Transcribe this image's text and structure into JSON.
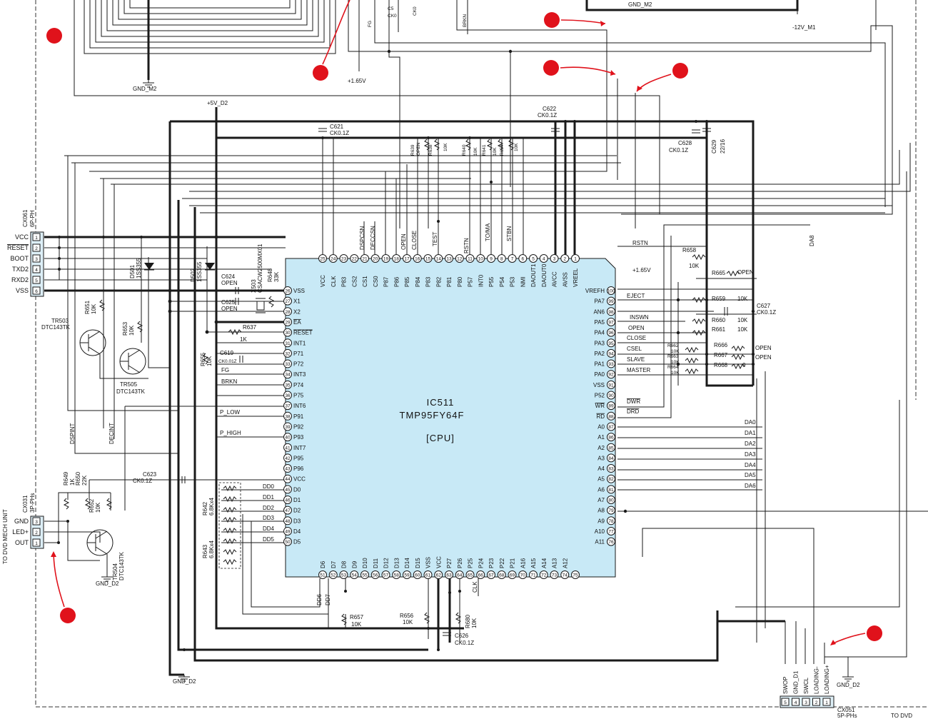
{
  "ic": {
    "ref": "IC511",
    "part": "TMP95FY64F",
    "role": "[CPU]",
    "top_pins": [
      {
        "n": "25",
        "s": "VCC"
      },
      {
        "n": "24",
        "s": "CLK"
      },
      {
        "n": "23",
        "s": "P83"
      },
      {
        "n": "22",
        "s": "CS2"
      },
      {
        "n": "21",
        "s": "CS1"
      },
      {
        "n": "20",
        "s": "CS0"
      },
      {
        "n": "19",
        "s": "P87"
      },
      {
        "n": "18",
        "s": "P86"
      },
      {
        "n": "17",
        "s": "P85"
      },
      {
        "n": "16",
        "s": "P84"
      },
      {
        "n": "15",
        "s": "P83"
      },
      {
        "n": "14",
        "s": "P82"
      },
      {
        "n": "13",
        "s": "P81"
      },
      {
        "n": "12",
        "s": "P80"
      },
      {
        "n": "11",
        "s": "P57"
      },
      {
        "n": "10",
        "s": "INT0"
      },
      {
        "n": "9",
        "s": "P55"
      },
      {
        "n": "8",
        "s": "P54"
      },
      {
        "n": "7",
        "s": "P53"
      },
      {
        "n": "6",
        "s": "NMI"
      },
      {
        "n": "5",
        "s": "DAOUT1"
      },
      {
        "n": "4",
        "s": "DAOUT0"
      },
      {
        "n": "3",
        "s": "AVCC"
      },
      {
        "n": "2",
        "s": "AVSS"
      },
      {
        "n": "1",
        "s": "VREEL"
      }
    ],
    "left_pins": [
      {
        "n": "26",
        "s": "VSS"
      },
      {
        "n": "27",
        "s": "X1"
      },
      {
        "n": "28",
        "s": "X2"
      },
      {
        "n": "29",
        "s": "EA"
      },
      {
        "n": "30",
        "s": "RESET"
      },
      {
        "n": "31",
        "s": "INT1"
      },
      {
        "n": "32",
        "s": "P71"
      },
      {
        "n": "33",
        "s": "P72"
      },
      {
        "n": "34",
        "s": "INT3"
      },
      {
        "n": "35",
        "s": "P74"
      },
      {
        "n": "36",
        "s": "P75"
      },
      {
        "n": "37",
        "s": "INT6"
      },
      {
        "n": "38",
        "s": "P91"
      },
      {
        "n": "39",
        "s": "P92"
      },
      {
        "n": "40",
        "s": "P93"
      },
      {
        "n": "41",
        "s": "INT7"
      },
      {
        "n": "42",
        "s": "P95"
      },
      {
        "n": "43",
        "s": "P96"
      },
      {
        "n": "44",
        "s": "VCC"
      },
      {
        "n": "45",
        "s": "D0"
      },
      {
        "n": "46",
        "s": "D1"
      },
      {
        "n": "47",
        "s": "D2"
      },
      {
        "n": "48",
        "s": "D3"
      },
      {
        "n": "49",
        "s": "D4"
      },
      {
        "n": "50",
        "s": "D5"
      }
    ],
    "bottom_pins": [
      {
        "n": "51",
        "s": "D6"
      },
      {
        "n": "52",
        "s": "D7"
      },
      {
        "n": "53",
        "s": "D8"
      },
      {
        "n": "54",
        "s": "D9"
      },
      {
        "n": "55",
        "s": "D10"
      },
      {
        "n": "56",
        "s": "D11"
      },
      {
        "n": "57",
        "s": "D12"
      },
      {
        "n": "58",
        "s": "D13"
      },
      {
        "n": "59",
        "s": "D14"
      },
      {
        "n": "60",
        "s": "D15"
      },
      {
        "n": "61",
        "s": "VSS"
      },
      {
        "n": "62",
        "s": "VCC"
      },
      {
        "n": "63",
        "s": "P27"
      },
      {
        "n": "64",
        "s": "P26"
      },
      {
        "n": "65",
        "s": "P25"
      },
      {
        "n": "66",
        "s": "P24"
      },
      {
        "n": "67",
        "s": "P23"
      },
      {
        "n": "68",
        "s": "P22"
      },
      {
        "n": "69",
        "s": "P21"
      },
      {
        "n": "70",
        "s": "A16"
      },
      {
        "n": "71",
        "s": "A15"
      },
      {
        "n": "72",
        "s": "A14"
      },
      {
        "n": "73",
        "s": "A13"
      },
      {
        "n": "74",
        "s": "A12"
      },
      {
        "n": "75",
        "s": ""
      }
    ],
    "right_pins": [
      {
        "n": "100",
        "s": "VREFH"
      },
      {
        "n": "99",
        "s": "PA7"
      },
      {
        "n": "98",
        "s": "AN6"
      },
      {
        "n": "97",
        "s": "PA5"
      },
      {
        "n": "96",
        "s": "PA4"
      },
      {
        "n": "95",
        "s": "PA3"
      },
      {
        "n": "94",
        "s": "PA2"
      },
      {
        "n": "93",
        "s": "PA1"
      },
      {
        "n": "92",
        "s": "PA0"
      },
      {
        "n": "91",
        "s": "VSS"
      },
      {
        "n": "90",
        "s": "P52"
      },
      {
        "n": "89",
        "s": "WR"
      },
      {
        "n": "88",
        "s": "RD"
      },
      {
        "n": "87",
        "s": "A0"
      },
      {
        "n": "86",
        "s": "A1"
      },
      {
        "n": "85",
        "s": "A2"
      },
      {
        "n": "84",
        "s": "A3"
      },
      {
        "n": "83",
        "s": "A4"
      },
      {
        "n": "82",
        "s": "A5"
      },
      {
        "n": "81",
        "s": "A6"
      },
      {
        "n": "80",
        "s": "A7"
      },
      {
        "n": "79",
        "s": "A8"
      },
      {
        "n": "78",
        "s": "A9"
      },
      {
        "n": "77",
        "s": "A10"
      },
      {
        "n": "76",
        "s": "A11"
      }
    ]
  },
  "connectors": {
    "cx061": {
      "ref": "CX061",
      "type": "6P-PH",
      "pins": [
        {
          "n": "1",
          "s": "VCC"
        },
        {
          "n": "2",
          "s": "RESET"
        },
        {
          "n": "3",
          "s": "BOOT"
        },
        {
          "n": "4",
          "s": "TXD2"
        },
        {
          "n": "5",
          "s": "RXD2"
        },
        {
          "n": "6",
          "s": "VSS"
        }
      ]
    },
    "cx031": {
      "ref": "CX031",
      "type": "3P-PHs",
      "pins": [
        {
          "n": "3",
          "s": "GND"
        },
        {
          "n": "2",
          "s": "LED+"
        },
        {
          "n": "1",
          "s": "OUT"
        }
      ],
      "dest": "TO DVD MECH UNIT"
    },
    "cx051": {
      "ref": "CX051",
      "type": "5P-PHs",
      "pins": [
        {
          "n": "5",
          "s": "SWOP"
        },
        {
          "n": "4",
          "s": "GND_D1"
        },
        {
          "n": "3",
          "s": "SWCL"
        },
        {
          "n": "2",
          "s": "LOADING-"
        },
        {
          "n": "1",
          "s": "LOADING+"
        }
      ],
      "dest": "TO DVD"
    }
  },
  "transistors": [
    {
      "ref": "TR503",
      "part": "DTC143TK"
    },
    {
      "ref": "TR505",
      "part": "DTC143TK"
    },
    {
      "ref": "TR504",
      "part": "DTC143TK"
    }
  ],
  "diodes": [
    {
      "ref": "D501",
      "part": "1SS355"
    },
    {
      "ref": "D502",
      "part": "1SS355"
    }
  ],
  "crystal": {
    "ref": "X503",
    "part": "CSACW2500MX01"
  },
  "caps": [
    {
      "ref": "C621",
      "val": "CK0.1Z"
    },
    {
      "ref": "C622",
      "val": "CK0.1Z"
    },
    {
      "ref": "C628",
      "val": "CK0.1Z"
    },
    {
      "ref": "C629",
      "val": "22/16"
    },
    {
      "ref": "C624",
      "val": "OPEN"
    },
    {
      "ref": "C625",
      "val": "OPEN"
    },
    {
      "ref": "C619",
      "val": "CK0.01Z"
    },
    {
      "ref": "C623",
      "val": "CK0.1Z"
    },
    {
      "ref": "C627",
      "val": "CK0.1Z"
    },
    {
      "ref": "C626",
      "val": "CK0.1Z"
    }
  ],
  "resistors": [
    {
      "ref": "R648",
      "val": "33K"
    },
    {
      "ref": "R637",
      "val": "1K"
    },
    {
      "ref": "R651",
      "val": "10K"
    },
    {
      "ref": "R653",
      "val": "10K"
    },
    {
      "ref": "R655",
      "val": "10K"
    },
    {
      "ref": "R649",
      "val": "1K"
    },
    {
      "ref": "R650",
      "val": "22K"
    },
    {
      "ref": "R652",
      "val": "10K"
    },
    {
      "ref": "R642",
      "val": "6.8Kx4"
    },
    {
      "ref": "R643",
      "val": "6.8Kx4"
    },
    {
      "ref": "R657",
      "val": "10K"
    },
    {
      "ref": "R656",
      "val": "10K"
    },
    {
      "ref": "R680",
      "val": "10K"
    },
    {
      "ref": "R658",
      "val": "10K"
    },
    {
      "ref": "R665",
      "val": "OPEN"
    },
    {
      "ref": "R659",
      "val": "10K"
    },
    {
      "ref": "R660",
      "val": "10K"
    },
    {
      "ref": "R661",
      "val": "10K"
    },
    {
      "ref": "R662",
      "val": "10K"
    },
    {
      "ref": "R663",
      "val": "10K"
    },
    {
      "ref": "R664",
      "val": "10K"
    },
    {
      "ref": "R666",
      "val": "OPEN"
    },
    {
      "ref": "R667",
      "val": "OPEN"
    },
    {
      "ref": "R668",
      "val": "0"
    },
    {
      "ref": "R639",
      "val": "OPEN"
    },
    {
      "ref": "R638",
      "val": "10K"
    },
    {
      "ref": "R640",
      "val": "10K"
    },
    {
      "ref": "R641",
      "val": "10K"
    },
    {
      "ref": "R654",
      "val": "10K"
    }
  ],
  "nets": {
    "top": [
      "DSPCSN",
      "DECCSN",
      "OPEN",
      "CLOSE",
      "TEST",
      "RSTN",
      "TO/MA",
      "STBN"
    ],
    "right_signals": [
      "RSTN",
      "EJECT",
      "INSWN",
      "OPEN",
      "CLOSE",
      "CSEL",
      "SLAVE",
      "MASTER",
      "DWR",
      "DRD"
    ],
    "da": [
      "DA0",
      "DA1",
      "DA2",
      "DA3",
      "DA4",
      "DA5",
      "DA6"
    ],
    "dd": [
      "DD0",
      "DD1",
      "DD2",
      "DD3",
      "DD4",
      "DD5"
    ],
    "left_signals": [
      "FG",
      "BRKN",
      "P_LOW",
      "P_HIGH",
      "DSPINT",
      "DECINT"
    ],
    "bottom_signals": [
      "DD6",
      "DD7",
      "CLK"
    ],
    "misc": [
      "DA8"
    ],
    "power": {
      "v5": "+5V_D2",
      "v165": "+1.65V",
      "v165b": "+1.65V",
      "v12": "-12V_M1",
      "gnd_m2": "GND_M2",
      "gnd_m2b": "GND_M2",
      "gnd_d2a": "GND_D2",
      "gnd_d2b": "GND_D2",
      "gnd_d2c": "GND_D2"
    },
    "top_fragments": [
      "FG",
      "BRKN",
      "C5",
      "CK0",
      "CK0"
    ]
  },
  "colors": {
    "ic_fill": "#c8e9f6",
    "marker": "#e0121b",
    "wire": "#1a1a1a"
  }
}
